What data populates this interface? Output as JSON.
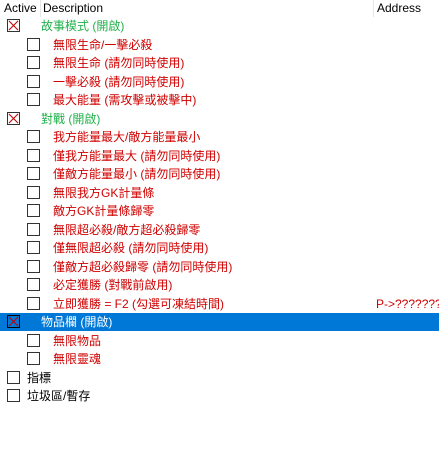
{
  "header": {
    "col_active": "Active",
    "col_description": "Description",
    "col_address": "Address"
  },
  "colors": {
    "group_header": "#22b14c",
    "cheat_entry": "#d00000",
    "plain_entry": "#000000",
    "selection": "#0078d7",
    "check_mark": "#c00000"
  },
  "rows": [
    {
      "description": "故事模式 (開啟)",
      "active": true,
      "level": 0,
      "color": "green",
      "selected": false,
      "address": ""
    },
    {
      "description": "無限生命/一擊必殺",
      "active": false,
      "level": 1,
      "color": "red",
      "selected": false,
      "address": ""
    },
    {
      "description": "無限生命 (請勿同時使用)",
      "active": false,
      "level": 1,
      "color": "red",
      "selected": false,
      "address": ""
    },
    {
      "description": "一擊必殺 (請勿同時使用)",
      "active": false,
      "level": 1,
      "color": "red",
      "selected": false,
      "address": ""
    },
    {
      "description": "最大能量 (需攻擊或被擊中)",
      "active": false,
      "level": 1,
      "color": "red",
      "selected": false,
      "address": ""
    },
    {
      "description": "對戰 (開啟)",
      "active": true,
      "level": 0,
      "color": "green",
      "selected": false,
      "address": ""
    },
    {
      "description": "我方能量最大/敵方能量最小",
      "active": false,
      "level": 1,
      "color": "red",
      "selected": false,
      "address": ""
    },
    {
      "description": "僅我方能量最大 (請勿同時使用)",
      "active": false,
      "level": 1,
      "color": "red",
      "selected": false,
      "address": ""
    },
    {
      "description": "僅敵方能量最小 (請勿同時使用)",
      "active": false,
      "level": 1,
      "color": "red",
      "selected": false,
      "address": ""
    },
    {
      "description": "無限我方GK計量條",
      "active": false,
      "level": 1,
      "color": "red",
      "selected": false,
      "address": ""
    },
    {
      "description": "敵方GK計量條歸零",
      "active": false,
      "level": 1,
      "color": "red",
      "selected": false,
      "address": ""
    },
    {
      "description": "無限超必殺/敵方超必殺歸零",
      "active": false,
      "level": 1,
      "color": "red",
      "selected": false,
      "address": ""
    },
    {
      "description": "僅無限超必殺 (請勿同時使用)",
      "active": false,
      "level": 1,
      "color": "red",
      "selected": false,
      "address": ""
    },
    {
      "description": "僅敵方超必殺歸零 (請勿同時使用)",
      "active": false,
      "level": 1,
      "color": "red",
      "selected": false,
      "address": ""
    },
    {
      "description": "必定獲勝 (對戰前啟用)",
      "active": false,
      "level": 1,
      "color": "red",
      "selected": false,
      "address": ""
    },
    {
      "description": "立即獲勝 = F2 (勾選可凍結時間)",
      "active": false,
      "level": 1,
      "color": "red",
      "selected": false,
      "address": "P->???????"
    },
    {
      "description": "物品欄 (開啟)",
      "active": true,
      "level": 0,
      "color": "green",
      "selected": true,
      "address": ""
    },
    {
      "description": "無限物品",
      "active": false,
      "level": 1,
      "color": "red",
      "selected": false,
      "address": ""
    },
    {
      "description": "無限靈魂",
      "active": false,
      "level": 1,
      "color": "red",
      "selected": false,
      "address": ""
    },
    {
      "description": "指標",
      "active": false,
      "level": 0,
      "color": "black",
      "selected": false,
      "address": ""
    },
    {
      "description": "垃圾區/暫存",
      "active": false,
      "level": 0,
      "color": "black",
      "selected": false,
      "address": ""
    }
  ]
}
